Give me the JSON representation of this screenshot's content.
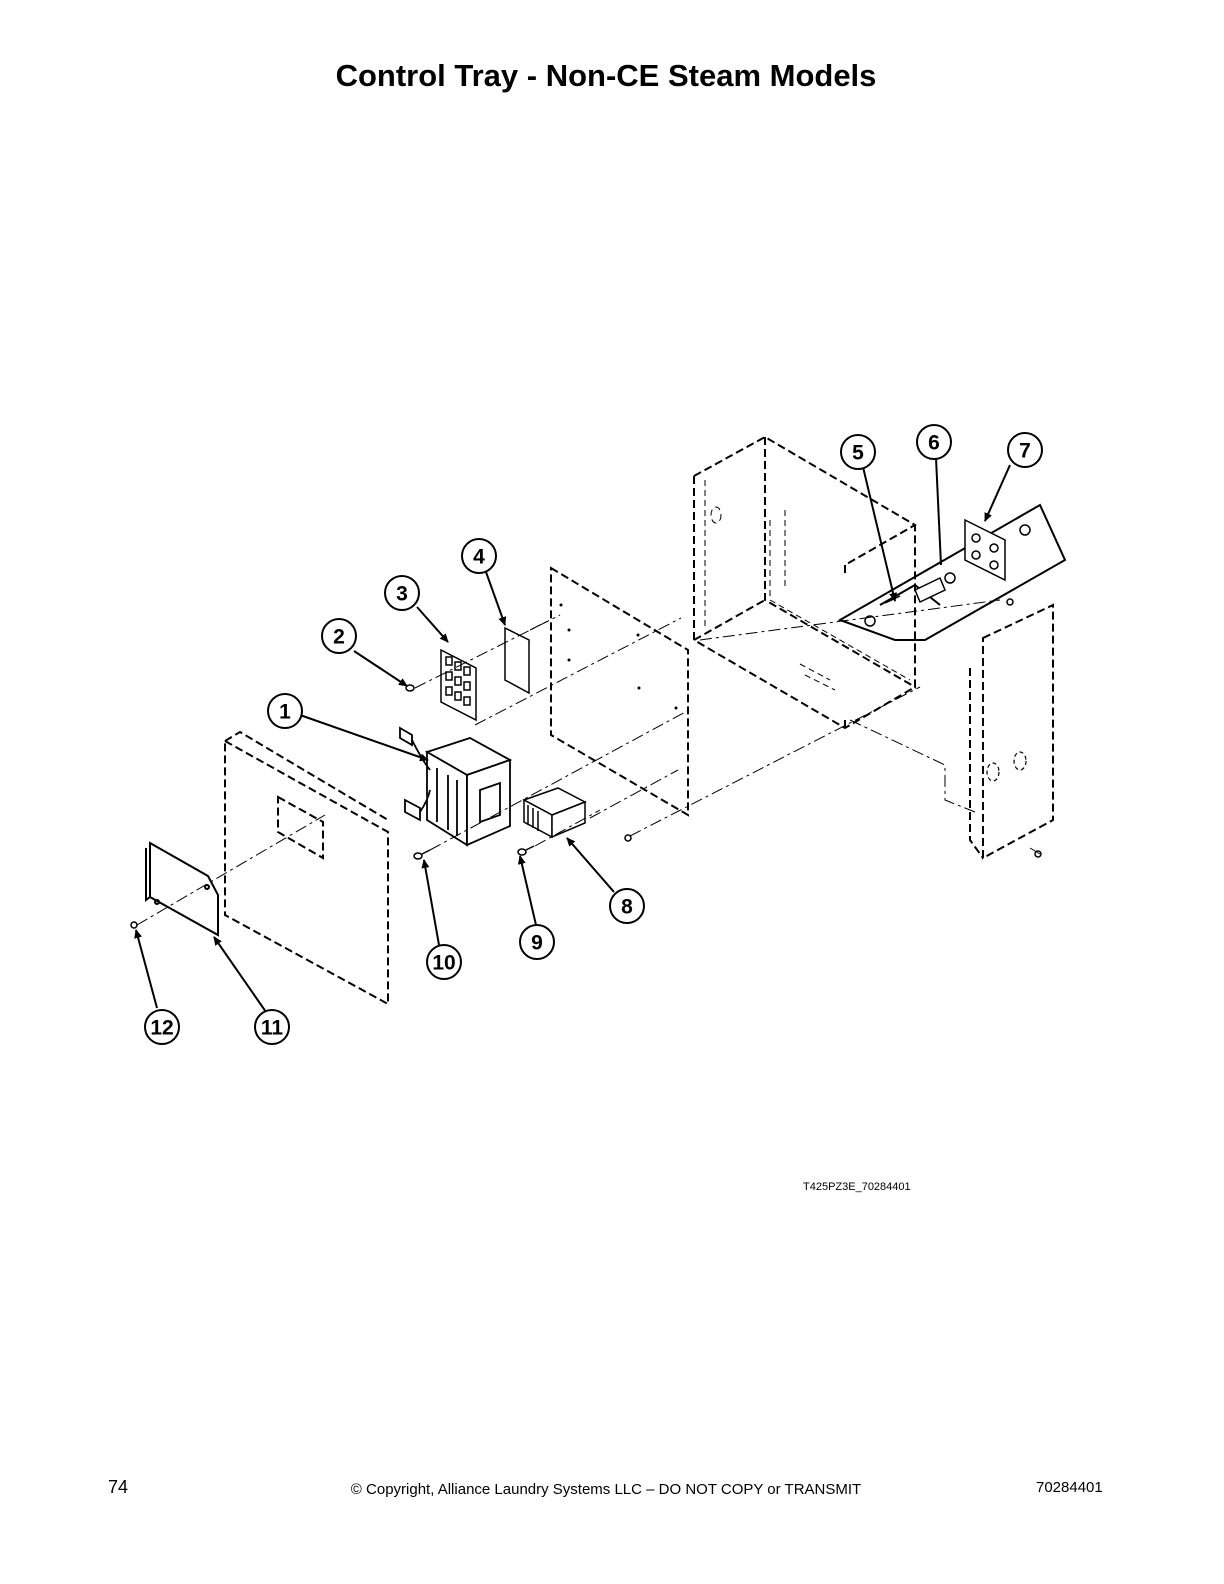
{
  "page": {
    "title": "Control Tray - Non-CE Steam Models",
    "figure_id": "T425PZ3E_70284401",
    "page_number": "74",
    "copyright": "© Copyright, Alliance Laundry Systems LLC – DO NOT COPY or TRANSMIT",
    "document_number": "70284401"
  },
  "callouts": [
    "1",
    "2",
    "3",
    "4",
    "5",
    "6",
    "7",
    "8",
    "9",
    "10",
    "11",
    "12"
  ]
}
